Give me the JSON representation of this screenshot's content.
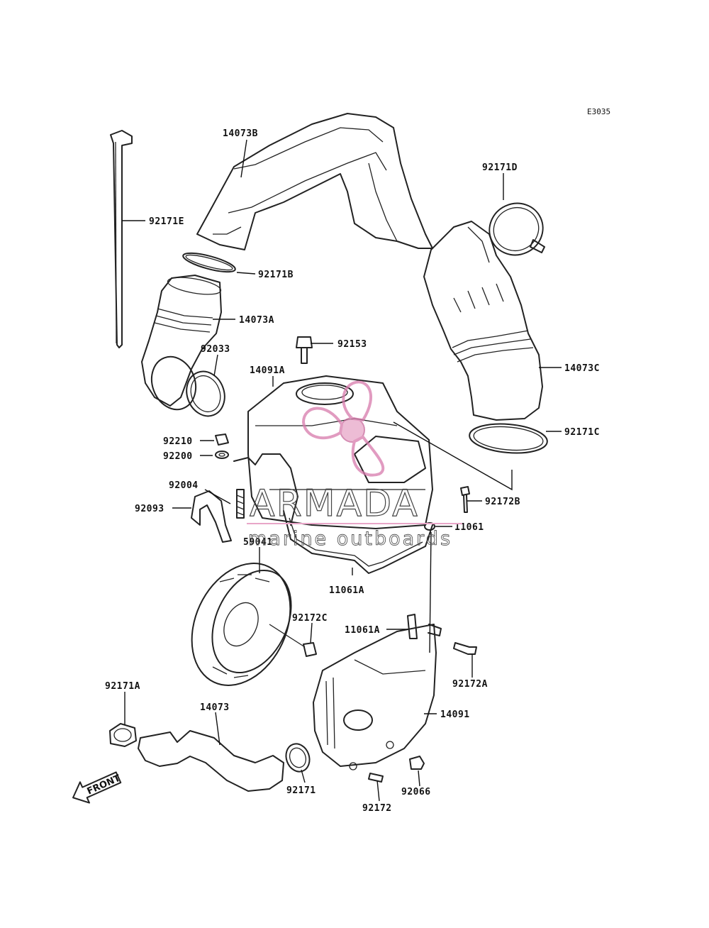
{
  "diagram_code": "E3035",
  "labels": {
    "p14073B": "14073B",
    "p92171D": "92171D",
    "p92171E": "92171E",
    "p92171B": "92171B",
    "p14073A": "14073A",
    "p92033": "92033",
    "p92153": "92153",
    "p14091A": "14091A",
    "p14073C": "14073C",
    "p92171C": "92171C",
    "p92210": "92210",
    "p92200": "92200",
    "p92004": "92004",
    "p92093": "92093",
    "p92172B": "92172B",
    "p11061": "11061",
    "p59041": "59041",
    "p11061A_top": "11061A",
    "p92172C": "92172C",
    "p11061A_low": "11061A",
    "p92172A": "92172A",
    "p92171A": "92171A",
    "p14073": "14073",
    "p14091": "14091",
    "p92171": "92171",
    "p92066": "92066",
    "p92172": "92172"
  },
  "front_arrow": "FRONT",
  "watermark": {
    "brand": "ARMADA",
    "tagline": "marine outboards",
    "color": "#e8a6c8"
  }
}
